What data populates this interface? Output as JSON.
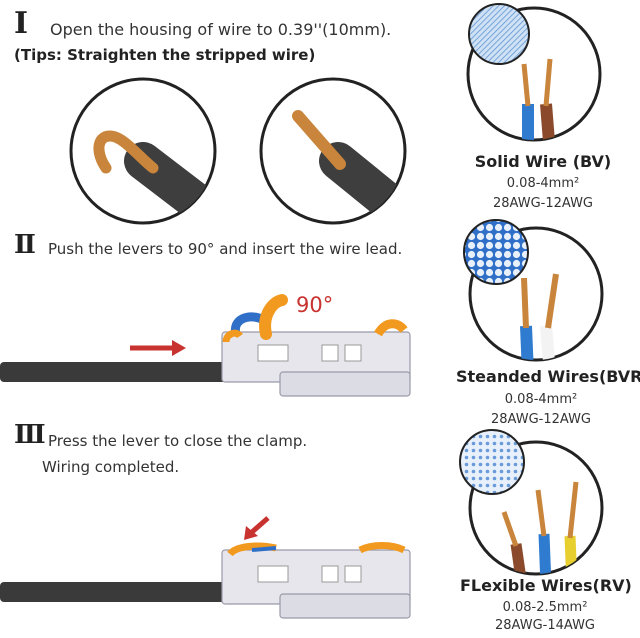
{
  "steps": [
    {
      "numeral": "Ⅰ",
      "text": "Open the housing of wire to 0.39''(10mm).",
      "tip": "(Tips: Straighten the stripped wire)"
    },
    {
      "numeral": "Ⅱ",
      "text": "Push the levers to 90°  and insert the wire lead.",
      "angle": "90°"
    },
    {
      "numeral": "Ⅲ",
      "text": "Press the lever to close the clamp.",
      "text2": "Wiring completed."
    }
  ],
  "wires": [
    {
      "title": "Solid Wire (BV)",
      "range": "0.08-4mm²",
      "awg": "28AWG-12AWG"
    },
    {
      "title": "Steanded Wires(BVR)",
      "range": "0.08-4mm²",
      "awg": "28AWG-12AWG"
    },
    {
      "title": "FLexible Wires(RV)",
      "range": "0.08-2.5mm²",
      "awg": "28AWG-14AWG"
    }
  ],
  "colors": {
    "arrow": "#c8322f",
    "lever": "#f29a1f",
    "lever_blue": "#2f6fc8",
    "connector": "#e4e4ea",
    "cable": "#3a3a3a",
    "copper": "#c8853b"
  }
}
